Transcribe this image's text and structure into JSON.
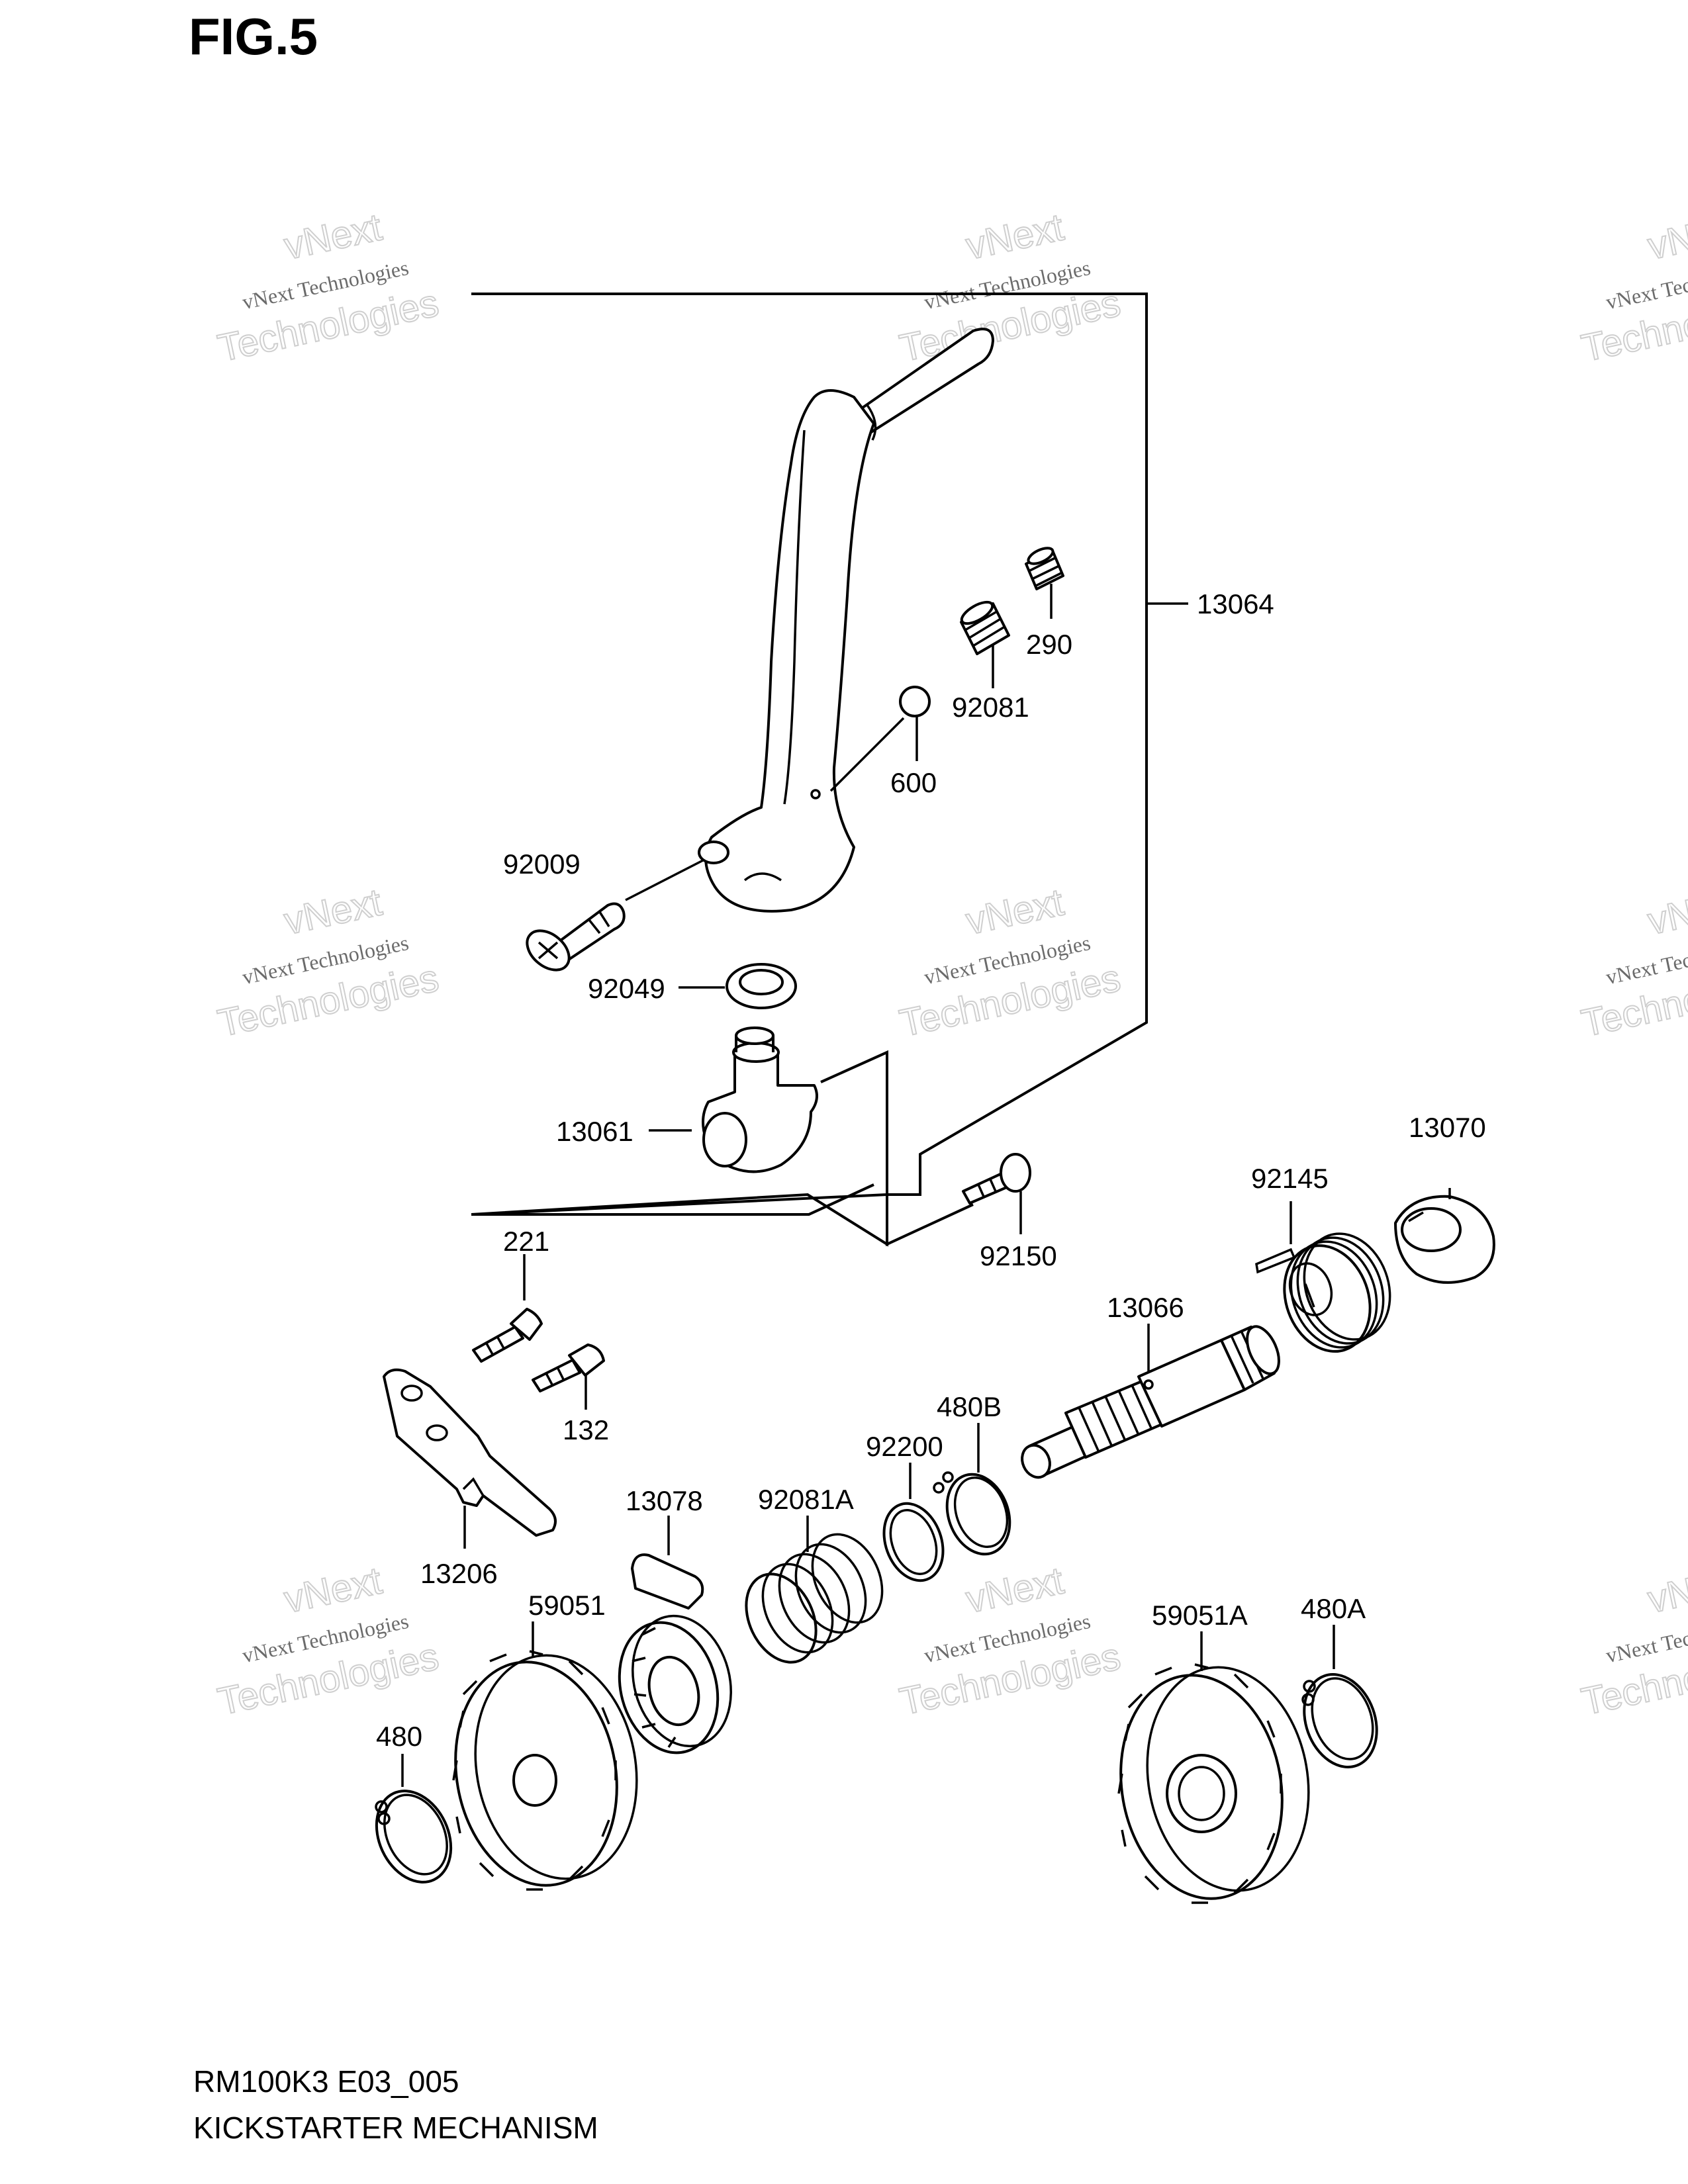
{
  "figure": {
    "title": "FIG.5"
  },
  "footer": {
    "code": "RM100K3 E03_005",
    "title": "KICKSTARTER MECHANISM"
  },
  "watermark": {
    "line1": "vNext Technologies",
    "line2": "vNext",
    "line3": "Technologies",
    "color": "#b0b0b0"
  },
  "parts": [
    {
      "id": "13064"
    },
    {
      "id": "290"
    },
    {
      "id": "92081"
    },
    {
      "id": "600"
    },
    {
      "id": "92009"
    },
    {
      "id": "92049"
    },
    {
      "id": "13061"
    },
    {
      "id": "92150"
    },
    {
      "id": "13070"
    },
    {
      "id": "92145"
    },
    {
      "id": "13066"
    },
    {
      "id": "221"
    },
    {
      "id": "132"
    },
    {
      "id": "13206"
    },
    {
      "id": "480B"
    },
    {
      "id": "92200"
    },
    {
      "id": "92081A"
    },
    {
      "id": "13078"
    },
    {
      "id": "59051"
    },
    {
      "id": "480"
    },
    {
      "id": "59051A"
    },
    {
      "id": "480A"
    }
  ]
}
